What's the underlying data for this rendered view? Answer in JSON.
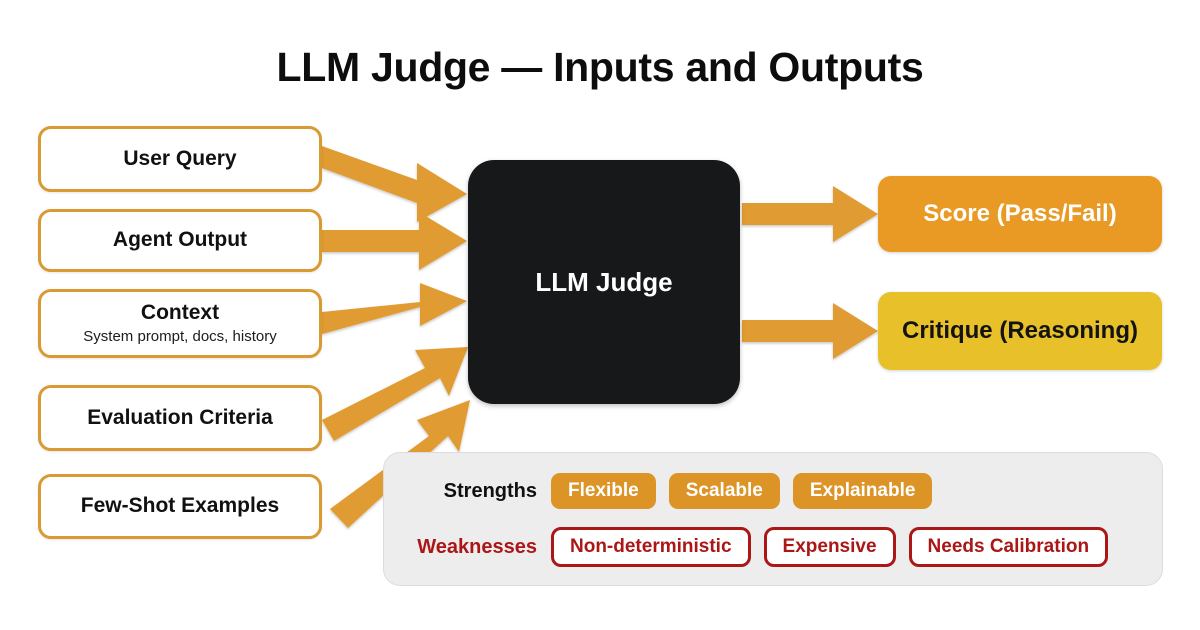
{
  "title": "LLM Judge — Inputs and Outputs",
  "colors": {
    "input_border": "#d99a33",
    "arrow": "#e09b31",
    "judge_bg": "#17181a",
    "score_bg": "#e89a24",
    "critique_bg": "#e8c02a",
    "panel_bg": "#ededed",
    "strength_pill": "#dd9426",
    "weakness_red": "#ab1717"
  },
  "inputs": [
    {
      "title": "User Query",
      "subtitle": ""
    },
    {
      "title": "Agent Output",
      "subtitle": ""
    },
    {
      "title": "Context",
      "subtitle": "System prompt, docs, history"
    },
    {
      "title": "Evaluation Criteria",
      "subtitle": ""
    },
    {
      "title": "Few-Shot Examples",
      "subtitle": ""
    }
  ],
  "judge": {
    "label": "LLM Judge"
  },
  "outputs": [
    {
      "label": "Score (Pass/Fail)"
    },
    {
      "label": "Critique (Reasoning)"
    }
  ],
  "panel": {
    "strengths": {
      "label": "Strengths",
      "items": [
        "Flexible",
        "Scalable",
        "Explainable"
      ]
    },
    "weaknesses": {
      "label": "Weaknesses",
      "items": [
        "Non-deterministic",
        "Expensive",
        "Needs Calibration"
      ]
    }
  }
}
